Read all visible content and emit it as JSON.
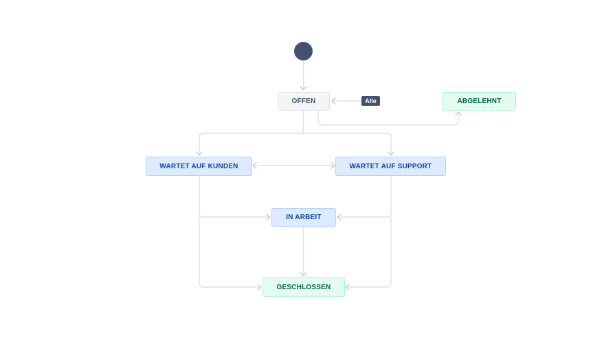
{
  "diagram": {
    "start": "start",
    "global_transition": {
      "label": "Alle",
      "target": "OFFEN"
    },
    "statuses": [
      {
        "id": "offen",
        "label": "OFFEN",
        "category": "todo"
      },
      {
        "id": "abgelehnt",
        "label": "ABGELEHNT",
        "category": "done"
      },
      {
        "id": "wartet_kunden",
        "label": "WARTET AUF KUNDEN",
        "category": "in-progress"
      },
      {
        "id": "wartet_support",
        "label": "WARTET AUF SUPPORT",
        "category": "in-progress"
      },
      {
        "id": "in_arbeit",
        "label": "IN ARBEIT",
        "category": "in-progress"
      },
      {
        "id": "geschlossen",
        "label": "GESCHLOSSEN",
        "category": "done"
      }
    ],
    "transitions": [
      {
        "from": "start",
        "to": "offen"
      },
      {
        "from": "offen",
        "to": "abgelehnt"
      },
      {
        "from": "offen",
        "to": "wartet_kunden"
      },
      {
        "from": "offen",
        "to": "wartet_support"
      },
      {
        "from": "wartet_kunden",
        "to": "wartet_support"
      },
      {
        "from": "wartet_support",
        "to": "wartet_kunden"
      },
      {
        "from": "wartet_kunden",
        "to": "in_arbeit"
      },
      {
        "from": "wartet_support",
        "to": "in_arbeit"
      },
      {
        "from": "in_arbeit",
        "to": "geschlossen"
      },
      {
        "from": "wartet_kunden",
        "to": "geschlossen"
      },
      {
        "from": "wartet_support",
        "to": "geschlossen"
      }
    ]
  },
  "colors": {
    "start_node": "#42526e",
    "todo_bg": "#f4f5f7",
    "todo_text": "#42526e",
    "in_progress_bg": "#deebff",
    "in_progress_text": "#0747a6",
    "done_bg": "#e3fcef",
    "done_text": "#006644",
    "connector": "#dfe1e6"
  }
}
